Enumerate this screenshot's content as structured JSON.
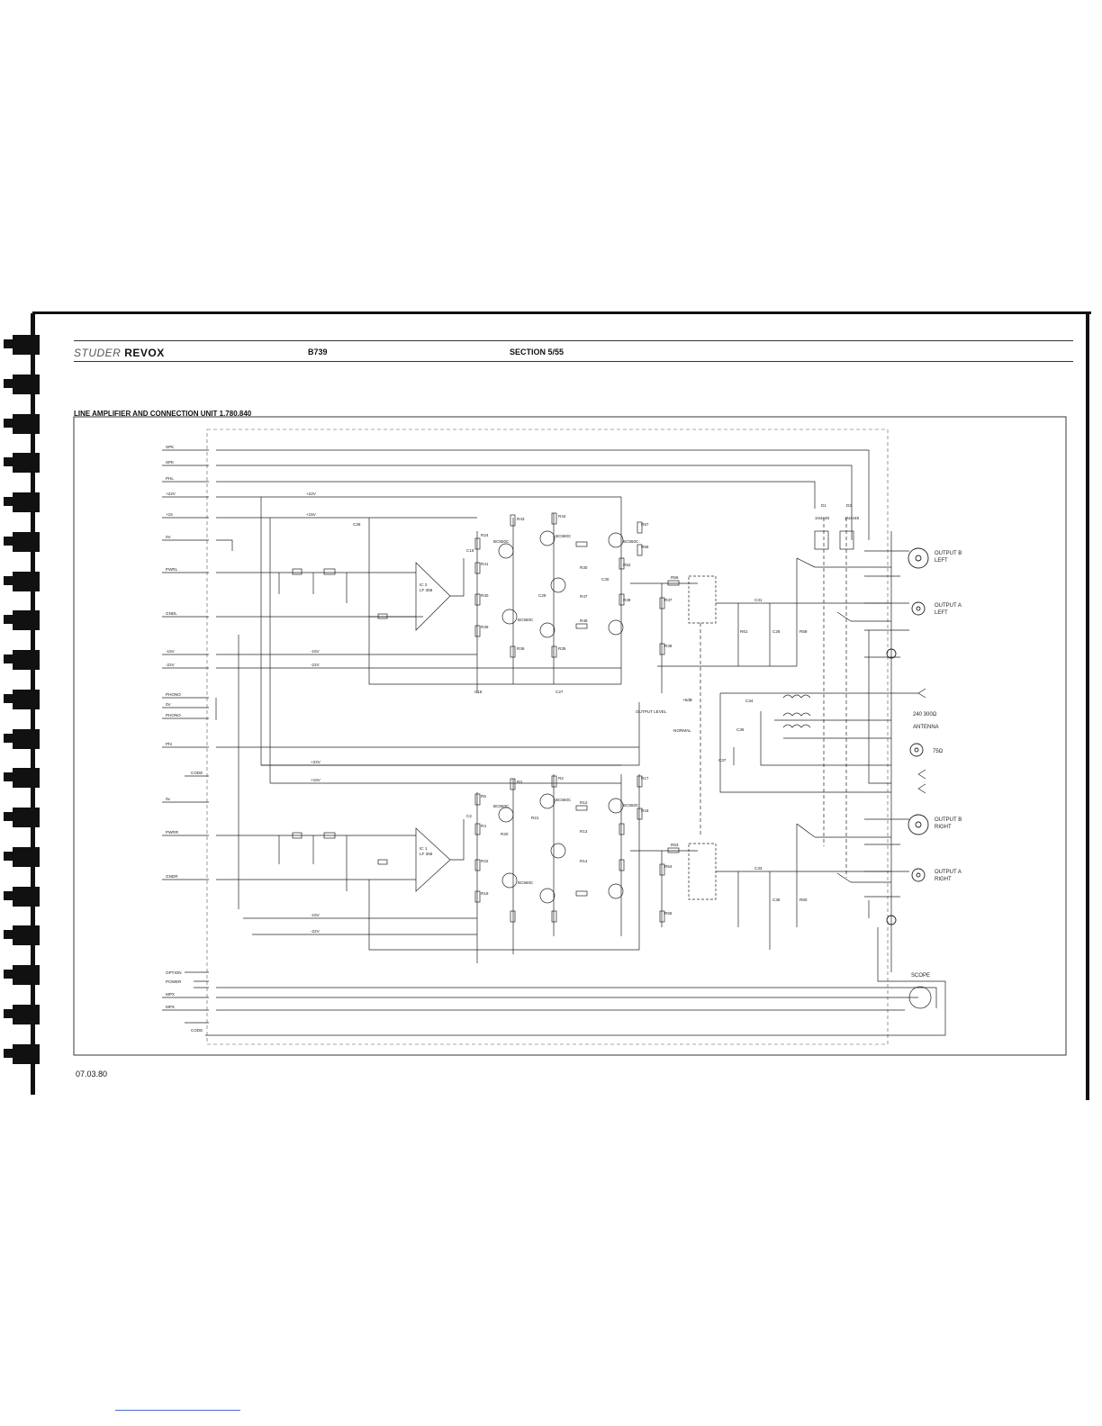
{
  "header": {
    "brand_studer": "STUDER",
    "brand_revox": "REVOX",
    "model": "B739",
    "section": "SECTION 5/55"
  },
  "title": "LINE AMPLIFIER AND CONNECTION UNIT 1.780.840",
  "footer": {
    "date": "07.03.80"
  },
  "connectors_left_top": [
    "SPK",
    "SPK",
    "PHL",
    "+22V",
    "+15",
    "0V",
    "PWRL",
    "GNDL",
    "-15V",
    "-22V"
  ],
  "connectors_left_mid": [
    "PHONO",
    "0V",
    "PHONO",
    "Phr",
    "CODE"
  ],
  "connectors_left_bot": [
    "0v",
    "PWRR",
    "GNDR"
  ],
  "connectors_left_bottom": [
    "OPTION",
    "POWER",
    "MPX",
    "MPX",
    "CODE"
  ],
  "rails": {
    "p22": "+22V",
    "p15": "+15V",
    "m15": "-15V",
    "m22": "-22V"
  },
  "ic_labels": {
    "ic_upper": "IC 2",
    "ic_upper_type": "LF 356",
    "ic_lower": "IC 1",
    "ic_lower_type": "LF 356"
  },
  "transistors": [
    "BC550C",
    "BC560C",
    "BC550C",
    "BC560C",
    "BC550C",
    "BC560C",
    "BC560C",
    "BC550C"
  ],
  "diodes": {
    "d1": "D1",
    "d1_type": "1N4448",
    "d2": "D2",
    "d2_type": "1N4448"
  },
  "level": {
    "plus6": "+6dB",
    "output_level": "OUTPUT LEVEL",
    "normal": "NORMAL"
  },
  "outputs": {
    "b_left": "OUTPUT B",
    "b_left_side": "LEFT",
    "a_left": "OUTPUT A",
    "a_left_side": "LEFT",
    "antenna_imp": "240  300Ω",
    "antenna": "ANTENNA",
    "ohm75": "75Ω",
    "b_right": "OUTPUT B",
    "b_right_side": "RIGHT",
    "a_right": "OUTPUT A",
    "a_right_side": "RIGHT",
    "scope": "SCOPE"
  },
  "components": {
    "r_upper": [
      "R24",
      "R43",
      "R44",
      "R41",
      "R40",
      "R39",
      "R36",
      "R35",
      "R30",
      "R47",
      "R48",
      "R37",
      "R38",
      "R49",
      "R52",
      "R56",
      "R57",
      "R58",
      "R61",
      "R59"
    ],
    "c_upper": [
      "C16",
      "C30",
      "C31",
      "C29",
      "C26",
      "C28",
      "C27",
      "C18"
    ],
    "r_lower": [
      "R3",
      "R2",
      "R5",
      "R4",
      "R22",
      "R21",
      "R20",
      "R19",
      "R18",
      "R17",
      "R12",
      "R13",
      "R14",
      "R53",
      "R54",
      "R55",
      "R60"
    ],
    "c_lower": [
      "C2",
      "C33",
      "C35",
      "C34",
      "C36",
      "C37"
    ]
  }
}
